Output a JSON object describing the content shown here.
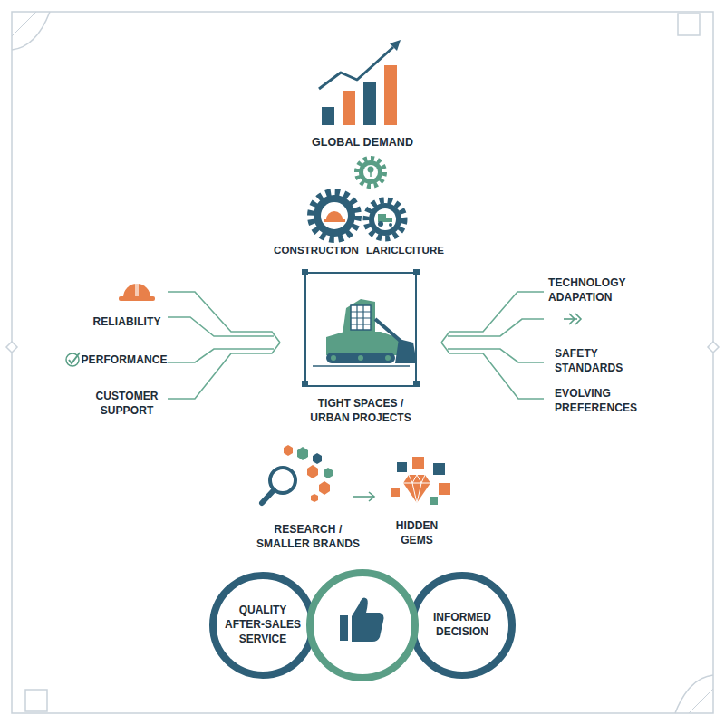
{
  "diagram": {
    "nodes": [
      {
        "text": [
          "TIGHT SPACES / URBAN PROJECTS"
        ]
      },
      {
        "text": [
          "QUALITY AFTER-SALES SERVICE"
        ]
      },
      {
        "text": [
          "INFORMED DECISION"
        ]
      }
    ],
    "labels": [
      "GLOBAL DEMAND",
      "CONSTRUCTION",
      "LARICLCITURE",
      "RELIABILITY",
      "PERFORMANCE",
      "CUSTOMER SUPPORT",
      "TECHNOLOGY ADAPATION",
      "SAFETY STANDARDS",
      "EVOLVING PREFERENCES",
      "RESEARCH / SMALLER BRANDS",
      "HIDDEN GEMS"
    ]
  }
}
